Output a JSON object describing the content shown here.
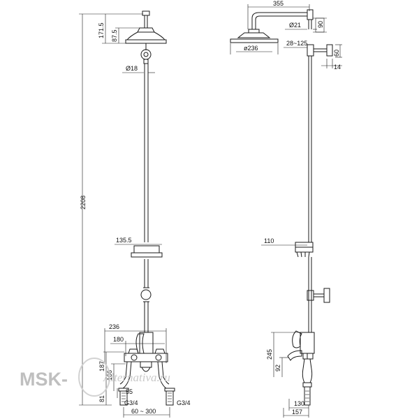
{
  "watermark": {
    "brand": "MSK-",
    "site": "Alternativa.ru"
  },
  "left_view": {
    "dim_171_5": "171.5",
    "dim_87_5": "87.5",
    "dim_d18": "Ø18",
    "dim_2208": "2208",
    "dim_135_5": "135.5",
    "dim_236": "236",
    "dim_180": "180",
    "dim_187": "187",
    "dim_106": "106",
    "dim_55": "55",
    "dim_81": "81",
    "dim_g34_left": "G3/4",
    "dim_g34_right": "G3/4",
    "dim_60_300": "60 ~ 300"
  },
  "right_view": {
    "dim_355": "355",
    "dim_d21": "Ø21",
    "dim_90": "90",
    "dim_d236": "ø236",
    "dim_28_125": "28~125",
    "dim_60": "60",
    "dim_14": "14",
    "dim_110": "110",
    "dim_245": "245",
    "dim_92": "92",
    "dim_130": "130",
    "dim_157": "157"
  }
}
